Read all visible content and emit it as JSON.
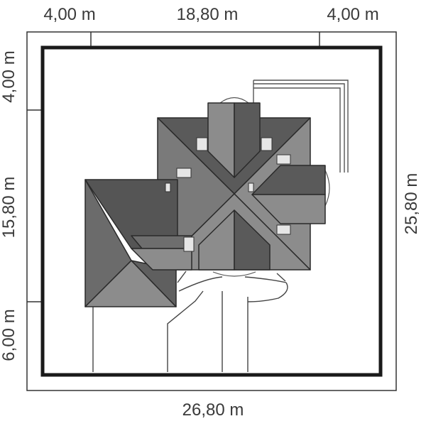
{
  "dimensions": {
    "top_left": "4,00 m",
    "top_middle": "18,80 m",
    "top_right": "4,00 m",
    "left_top": "4,00 m",
    "left_middle": "15,80 m",
    "left_bottom": "6,00 m",
    "right": "25,80 m",
    "bottom": "26,80 m"
  },
  "colors": {
    "roof_light": "#8c8c8c",
    "roof_dark": "#5a5a5a",
    "plot_border": "#1a1a1a",
    "outline": "#2a2a2a"
  }
}
